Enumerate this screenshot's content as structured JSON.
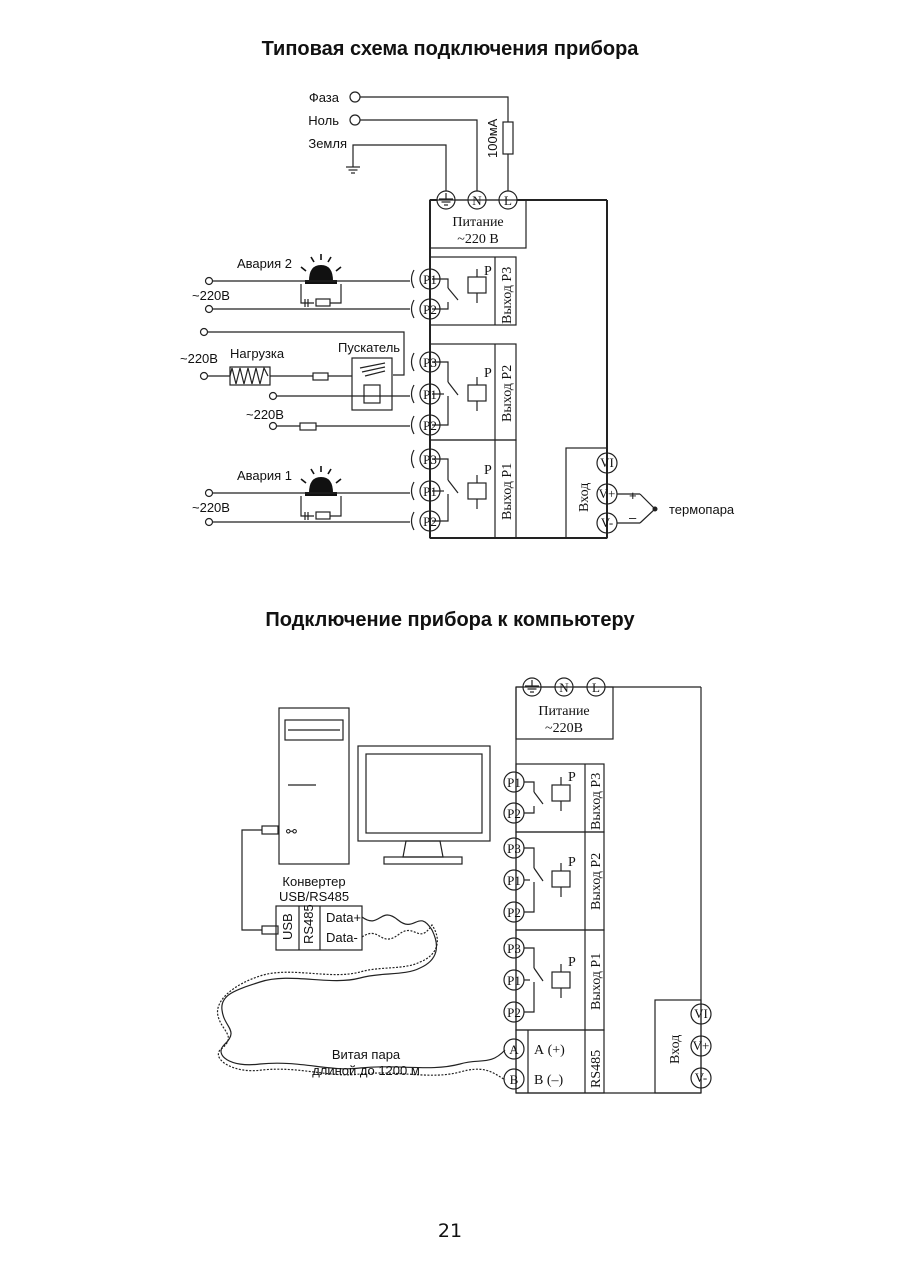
{
  "titles": {
    "diagram1": "Типовая схема подключения прибора",
    "diagram2": "Подключение прибора к компьютеру",
    "page_number": "21"
  },
  "diagram1": {
    "supply": [
      "Фаза",
      "Ноль",
      "Земля"
    ],
    "fuse": "100мА",
    "power_terminals": [
      "N",
      "L"
    ],
    "power_block": [
      "Питание",
      "~220 В"
    ],
    "outputs": [
      "Выход Р3",
      "Выход Р2",
      "Выход Р1"
    ],
    "relay_symbol": "Р",
    "terminals": {
      "p1": "P1",
      "p2": "P2",
      "p3": "P3"
    },
    "input_block": "Вход",
    "input_terminals": [
      "VI",
      "V+",
      "V-"
    ],
    "alarm2": "Авария 2",
    "alarm1": "Авария 1",
    "load": "Нагрузка",
    "starter": "Пускатель",
    "v220": "~220В",
    "thermocouple": "термопара",
    "plus": "+",
    "minus": "–"
  },
  "diagram2": {
    "power_terminals": [
      "N",
      "L"
    ],
    "power_block": [
      "Питание",
      "~220В"
    ],
    "outputs": [
      "Выход Р3",
      "Выход Р2",
      "Выход Р1"
    ],
    "relay_symbol": "Р",
    "terminals": {
      "p1": "P1",
      "p2": "P2",
      "p3": "P3"
    },
    "rs485_terminals": [
      "A",
      "B"
    ],
    "rs485_labels": [
      "А (+)",
      "В (–)"
    ],
    "rs485_block": "RS485",
    "input_block": "Вход",
    "input_terminals": [
      "VI",
      "V+",
      "V-"
    ],
    "converter_label": [
      "Конвертер",
      "USB/RS485"
    ],
    "converter_ports": [
      "USB",
      "RS485"
    ],
    "converter_data": [
      "Data+",
      "Data-"
    ],
    "twisted_pair": [
      "Витая пара",
      "длиной до 1200 м"
    ]
  }
}
